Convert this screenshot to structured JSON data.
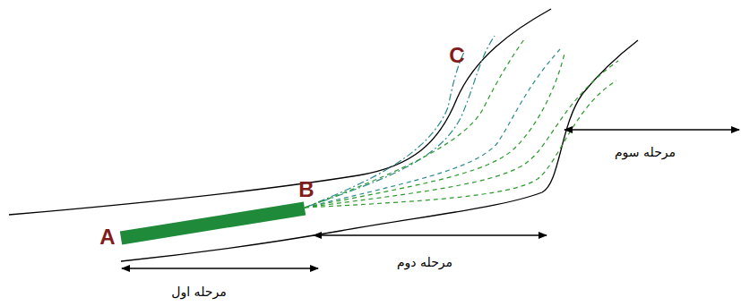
{
  "diagram": {
    "labels": [
      "A",
      "B",
      "C",
      "مرحله اول",
      "مرحله دوم",
      "مرحله سوم"
    ]
  }
}
